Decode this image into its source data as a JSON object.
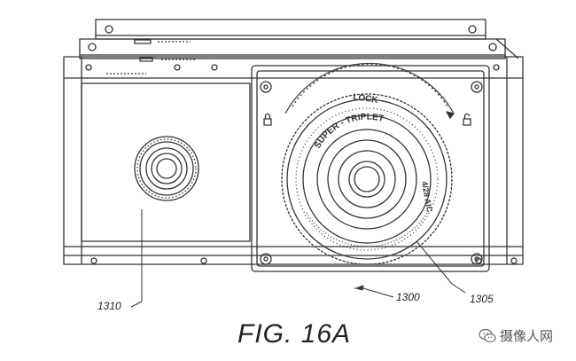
{
  "caption": "FIG. 16A",
  "callouts": {
    "c1310": "1310",
    "c1300": "1300",
    "c1305": "1305"
  },
  "lens": {
    "lock_text": "LOCK",
    "brand_text": "SUPER - TRIPLET",
    "focal_text": "4/28 AIC"
  },
  "watermark": {
    "icon": "wechat-icon",
    "text": "摄像人网"
  },
  "colors": {
    "line": "#333333",
    "paper": "#ffffff"
  }
}
